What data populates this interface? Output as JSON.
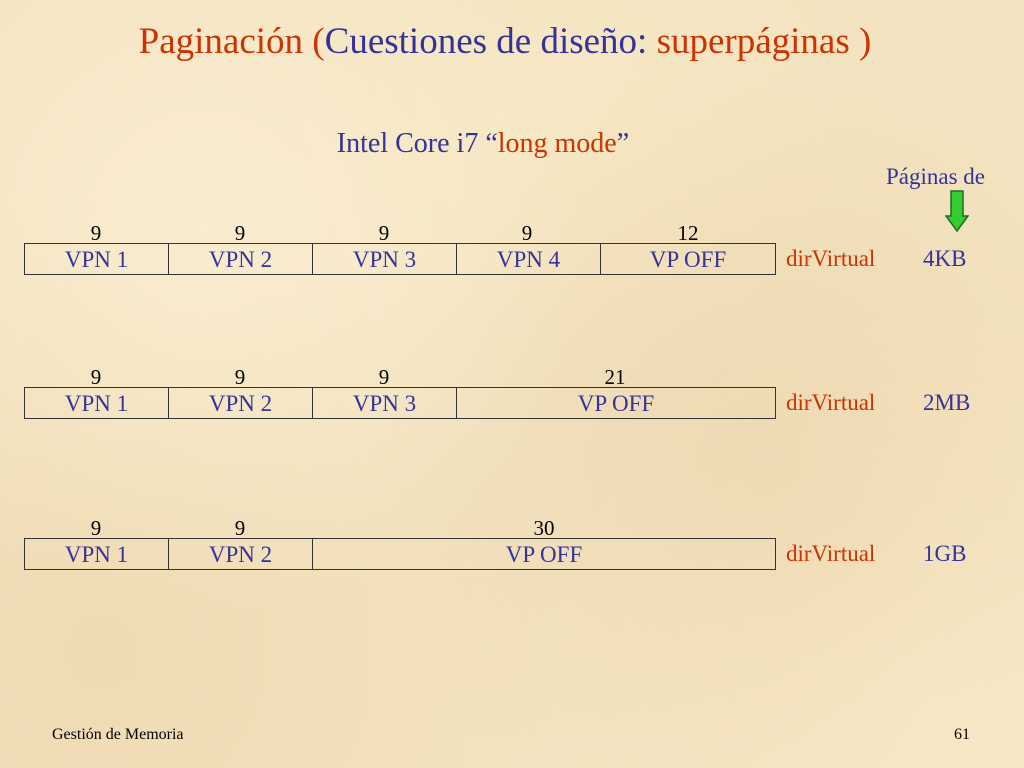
{
  "title": {
    "part1": "Paginación (",
    "part2": "Cuestiones de diseño: ",
    "part3": "superpáginas )"
  },
  "subtitle": {
    "part1": "Intel Core i7 “",
    "part2": "long mode",
    "part3": "”"
  },
  "paginas_de": "Páginas de",
  "rows": [
    {
      "bits": [
        "9",
        "9",
        "9",
        "9",
        "12"
      ],
      "fields": [
        "VPN 1",
        "VPN 2",
        "VPN 3",
        "VPN 4",
        "VP OFF"
      ],
      "dirvirtual": "dirVirtual",
      "page_size": "4KB"
    },
    {
      "bits": [
        "9",
        "9",
        "9",
        "21"
      ],
      "fields": [
        "VPN 1",
        "VPN 2",
        "VPN 3",
        "VP OFF"
      ],
      "dirvirtual": "dirVirtual",
      "page_size": "2MB"
    },
    {
      "bits": [
        "9",
        "9",
        "30"
      ],
      "fields": [
        "VPN 1",
        "VPN 2",
        "VP OFF"
      ],
      "dirvirtual": "dirVirtual",
      "page_size": "1GB"
    }
  ],
  "footer": {
    "left": "Gestión de Memoria",
    "page_number": "61"
  },
  "colors": {
    "red": "#cc3300",
    "blue": "#333399",
    "arrow_green": "#33cc33",
    "background": "#f3e3c0"
  }
}
